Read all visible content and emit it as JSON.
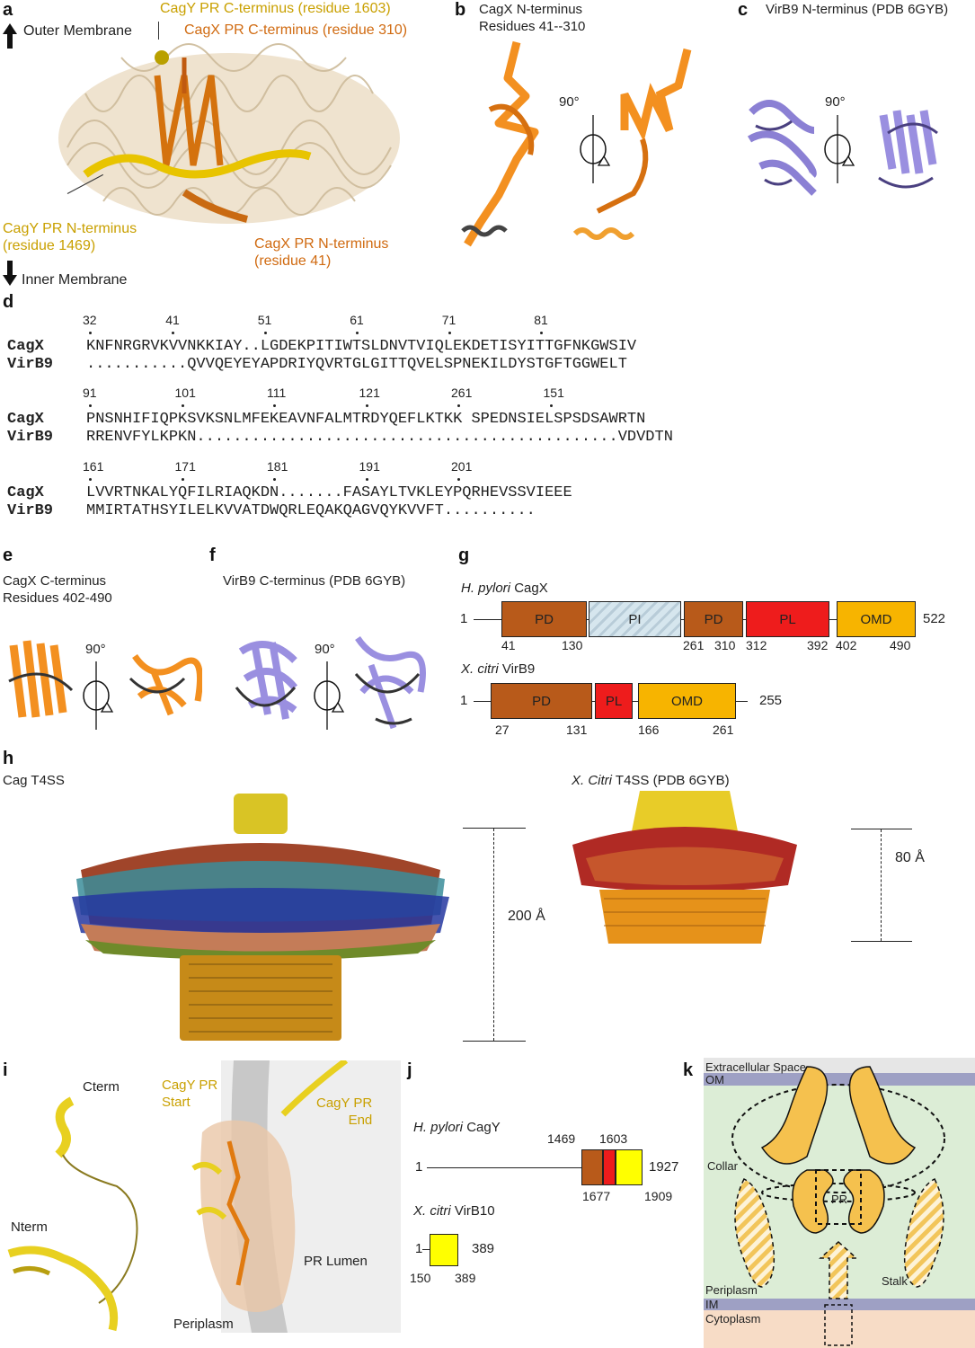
{
  "panels": {
    "a": {
      "label": "a",
      "outer_membrane": "Outer Membrane",
      "inner_membrane": "Inner Membrane",
      "cagy_c": "CagY PR C-terminus (residue 1603)",
      "cagx_c": "CagX PR C-terminus (residue 310)",
      "cagy_n1": "CagY PR N-terminus",
      "cagy_n2": "(residue 1469)",
      "cagx_n1": "CagX PR N-terminus",
      "cagx_n2": "(residue 41)"
    },
    "b": {
      "label": "b",
      "title1": "CagX N-terminus",
      "title2": "Residues 41--310",
      "rotation": "90°"
    },
    "c": {
      "label": "c",
      "title": "VirB9 N-terminus (PDB 6GYB)",
      "rotation": "90°"
    },
    "d": {
      "label": "d",
      "names": [
        "CagX",
        "VirB9"
      ],
      "blocks": [
        {
          "ticks": [
            [
              "32",
              0
            ],
            [
              "41",
              9
            ],
            [
              "51",
              19
            ],
            [
              "61",
              29
            ],
            [
              "71",
              39
            ],
            [
              "81",
              49
            ]
          ],
          "row1": "KNFNRGRVKVVNKKIAY..LGDEKPITIWTSLDNVTVIQLEKDETISYITTGFNKGWSIV",
          "row2": "...........QVVQEYEYAPDRIYQVRTGLGITTQVELSPNEKILDYSTGFTGGWELT"
        },
        {
          "ticks": [
            [
              "91",
              0
            ],
            [
              "101",
              10
            ],
            [
              "111",
              20
            ],
            [
              "121",
              30
            ],
            [
              "261",
              40
            ],
            [
              "151",
              50
            ]
          ],
          "row1": "PNSNHIFIQPKSVKSNLMFEKEAVNFALMTRDYQEFLKTKK SPEDNSIELSPSDSAWRTN",
          "row2": "RRENVFYLKPKN..............................................VDVDTN"
        },
        {
          "ticks": [
            [
              "161",
              0
            ],
            [
              "171",
              10
            ],
            [
              "181",
              20
            ],
            [
              "191",
              30
            ],
            [
              "201",
              40
            ]
          ],
          "row1": "LVVRTNKALYQFILRIAQKDN.......FASAYLTVKLEYPQRHEVSSVIEEE",
          "row2": "MMIRTATHSYILELKVVATDWQRLEQAKQAGVQYKVVFT.........."
        }
      ]
    },
    "e": {
      "label": "e",
      "title1": "CagX C-terminus",
      "title2": "Residues 402-490",
      "rotation": "90°"
    },
    "f": {
      "label": "f",
      "title": "VirB9 C-terminus (PDB 6GYB)",
      "rotation": "90°"
    },
    "g": {
      "label": "g",
      "species1": "H. pylori",
      "protein1": "CagX",
      "start1": "1",
      "end1": "522",
      "domains1": [
        "PD",
        "PI",
        "PD",
        "PL",
        "OMD"
      ],
      "bounds1": [
        "41",
        "130",
        "261",
        "310",
        "312",
        "392",
        "402",
        "490"
      ],
      "species2": "X. citri",
      "protein2": "VirB9",
      "start2": "1",
      "end2": "255",
      "domains2": [
        "PD",
        "PL",
        "OMD"
      ],
      "bounds2": [
        "27",
        "131",
        "166",
        "261"
      ]
    },
    "h": {
      "label": "h",
      "title_left": "Cag T4SS",
      "title_right_species": "X. Citri",
      "title_right_rest": "T4SS (PDB 6GYB)",
      "scale_left": "200 Å",
      "scale_right": "80 Å"
    },
    "i": {
      "label": "i",
      "cterm": "Cterm",
      "nterm": "Nterm",
      "start1": "CagY PR",
      "start2": "Start",
      "end1": "CagY PR",
      "end2": "End",
      "lumen": "PR Lumen",
      "periplasm": "Periplasm"
    },
    "j": {
      "label": "j",
      "species1": "H. pylori",
      "protein1": "CagY",
      "start1": "1",
      "top1": "1469",
      "top2": "1603",
      "end1": "1927",
      "bottom1": "1677",
      "bottom2": "1909",
      "species2": "X. citri",
      "protein2": "VirB10",
      "start2": "1",
      "end2": "389",
      "bottom3": "150",
      "bottom4": "389"
    },
    "k": {
      "label": "k",
      "extracellular": "Extracellular Space",
      "om": "OM",
      "collar": "Collar",
      "pr": "PR",
      "periplasm": "Periplasm",
      "stalk": "Stalk",
      "im": "IM",
      "cytoplasm": "Cytoplasm"
    }
  },
  "colors": {
    "pd": "#b85a1a",
    "pi": "#c8dbe6",
    "pl": "#ee1c1c",
    "omd": "#f7b400",
    "cagx_orange": "#e07a10",
    "cagy_gold": "#d8b000",
    "virb9_purple": "#8a7fd0",
    "align_red": "#e3000b",
    "collar_green": "#dcedd6"
  }
}
